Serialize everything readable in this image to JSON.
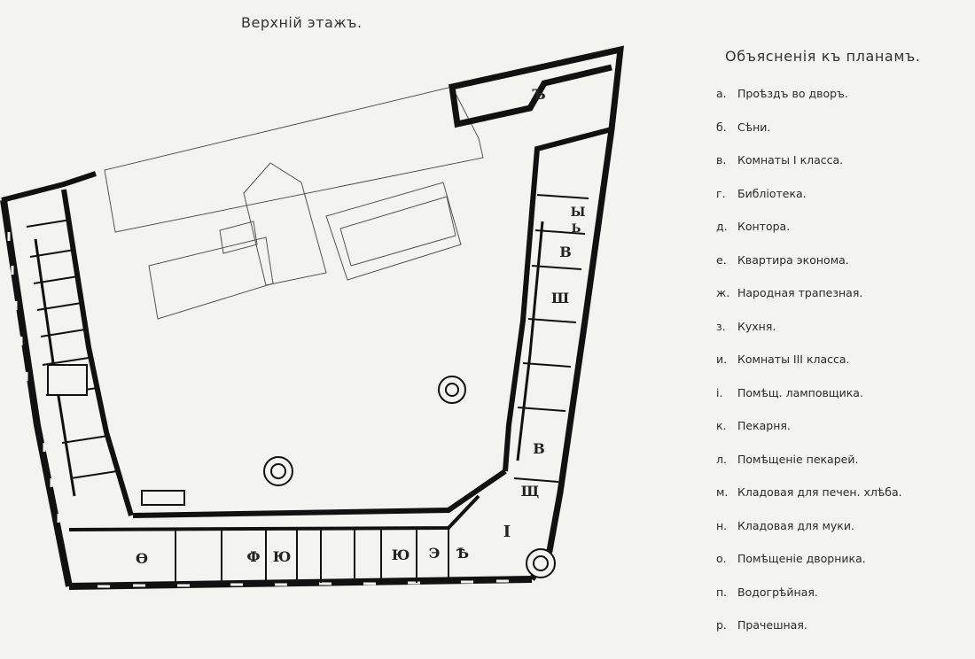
{
  "plan_title": "Верхній этажъ.",
  "legend_title": "Объясненія къ планамъ.",
  "legend": [
    {
      "letter": "а.",
      "text": "Проѣздъ во дворъ."
    },
    {
      "letter": "б.",
      "text": "Сѣни."
    },
    {
      "letter": "в.",
      "text": "Комнаты I класса."
    },
    {
      "letter": "г.",
      "text": "Библіотека."
    },
    {
      "letter": "д.",
      "text": "Контора."
    },
    {
      "letter": "е.",
      "text": "Квартира эконома."
    },
    {
      "letter": "ж.",
      "text": "Народная трапезная."
    },
    {
      "letter": "з.",
      "text": "Кухня."
    },
    {
      "letter": "и.",
      "text": "Комнаты III класса."
    },
    {
      "letter": "і.",
      "text": "Помѣщ. ламповщика."
    },
    {
      "letter": "к.",
      "text": "Пекарня."
    },
    {
      "letter": "л.",
      "text": "Помѣщеніе пекарей."
    },
    {
      "letter": "м.",
      "text": "Кладовая для печен. хлѣба."
    },
    {
      "letter": "н.",
      "text": "Кладовая для муки."
    },
    {
      "letter": "о.",
      "text": "Помѣщеніе дворника."
    },
    {
      "letter": "п.",
      "text": "Водогрѣйная."
    },
    {
      "letter": "р.",
      "text": "Прачешная."
    }
  ],
  "room_labels": {
    "top_right_room": "Ъ",
    "right_wing_1": "Ы",
    "right_wing_2": "Ь",
    "right_wing_3": "В",
    "right_wing_4": "Ш",
    "right_wing_5": "В",
    "right_wing_6": "Щ",
    "corner": "I",
    "bottom_1": "Ѳ",
    "bottom_2": "Ф",
    "bottom_3": "Ю",
    "bottom_4": "Ю",
    "bottom_5": "Э",
    "bottom_6": "Ѣ"
  }
}
